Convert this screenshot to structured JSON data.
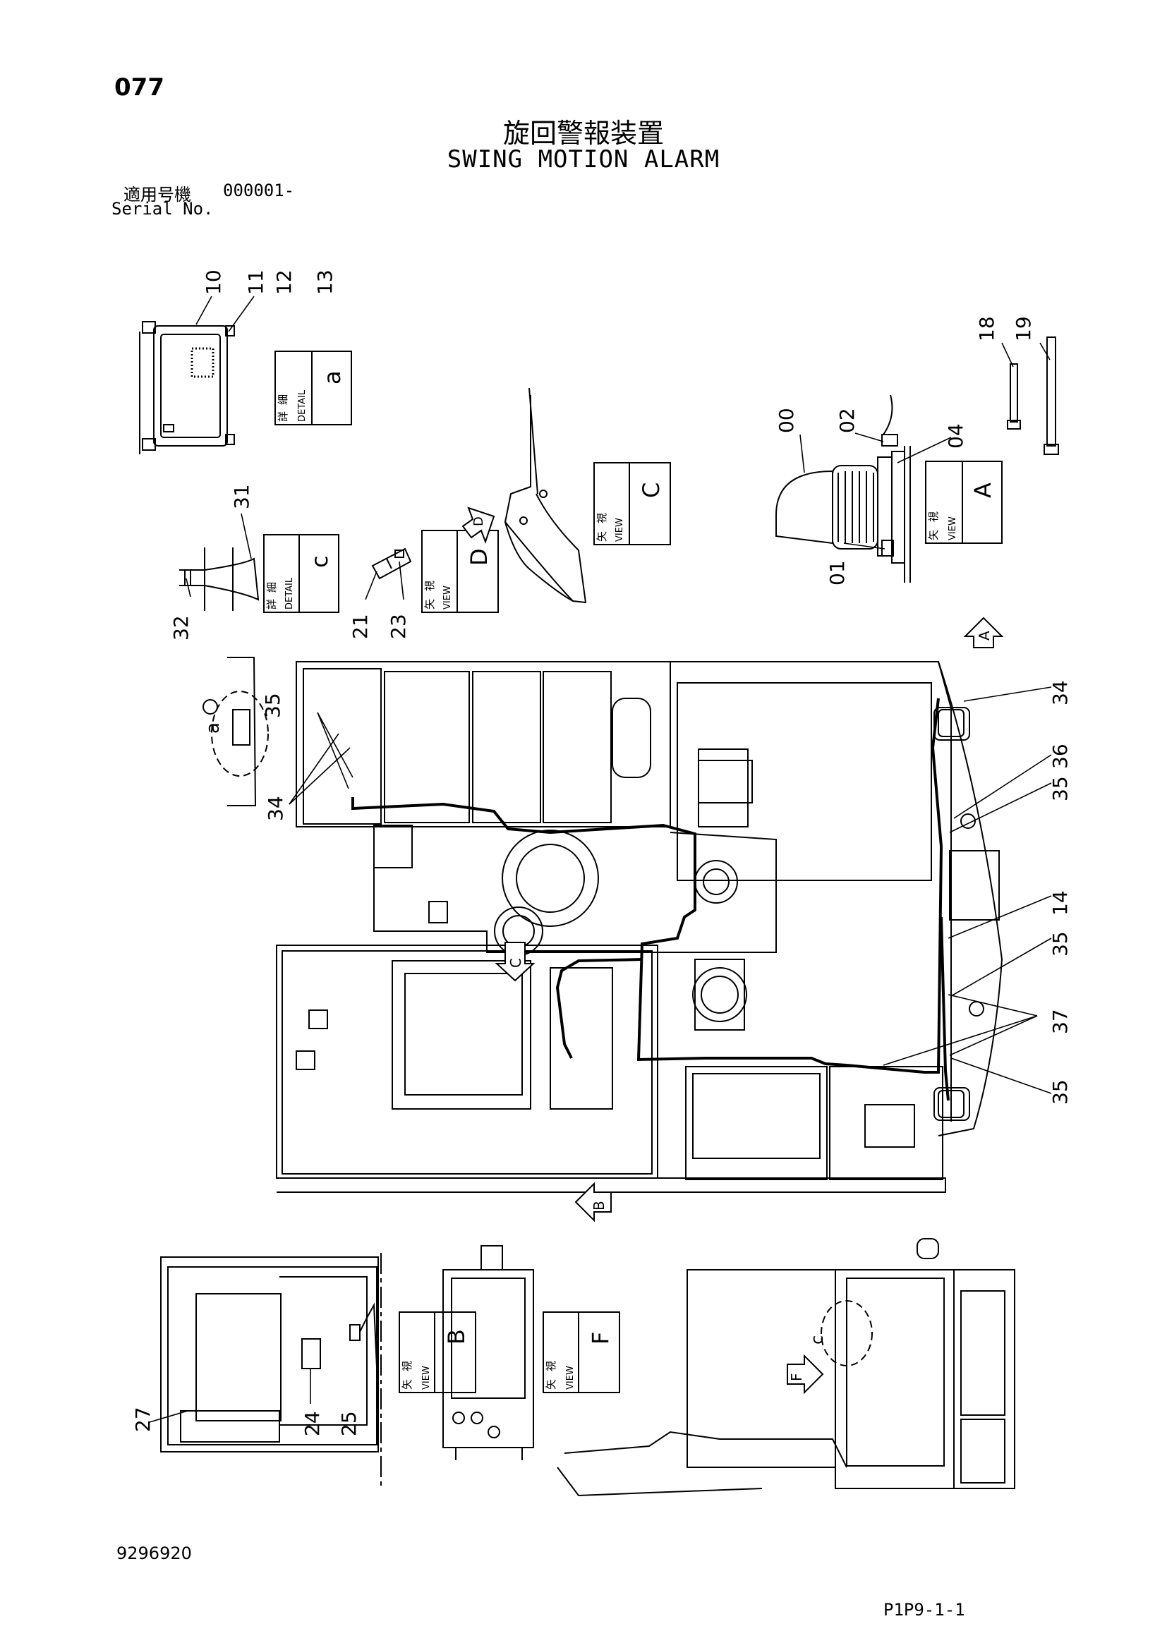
{
  "header": {
    "page_number": "077",
    "title_jp": "旋回警報装置",
    "title_en": "SWING MOTION ALARM",
    "serial_label_jp": "適用号機",
    "serial_value": "000001-",
    "serial_label_en": "Serial No."
  },
  "footer": {
    "document_number": "9296920",
    "sheet_id": "P1P9-1-1"
  },
  "detail_labels": [
    {
      "id": "detail-a",
      "jp1": "詳",
      "jp2": "細",
      "en": "DETAIL",
      "letter": "a"
    },
    {
      "id": "detail-c",
      "jp1": "詳",
      "jp2": "細",
      "en": "DETAIL",
      "letter": "c"
    }
  ],
  "view_labels": [
    {
      "id": "view-a",
      "jp1": "矢",
      "jp2": "視",
      "en": "VIEW",
      "letter": "A"
    },
    {
      "id": "view-b",
      "jp1": "矢",
      "jp2": "視",
      "en": "VIEW",
      "letter": "B"
    },
    {
      "id": "view-c",
      "jp1": "矢",
      "jp2": "視",
      "en": "VIEW",
      "letter": "C"
    },
    {
      "id": "view-d",
      "jp1": "矢",
      "jp2": "視",
      "en": "VIEW",
      "letter": "D"
    },
    {
      "id": "view-f",
      "jp1": "矢",
      "jp2": "視",
      "en": "VIEW",
      "letter": "F"
    }
  ],
  "view_arrows": [
    "A",
    "B",
    "C",
    "D",
    "F"
  ],
  "detail_circles": [
    "a",
    "c"
  ],
  "part_callouts": [
    "00",
    "01",
    "02",
    "04",
    "10",
    "11",
    "12",
    "13",
    "14",
    "18",
    "19",
    "21",
    "23",
    "24",
    "25",
    "27",
    "31",
    "32",
    "34",
    "35",
    "36",
    "37"
  ]
}
